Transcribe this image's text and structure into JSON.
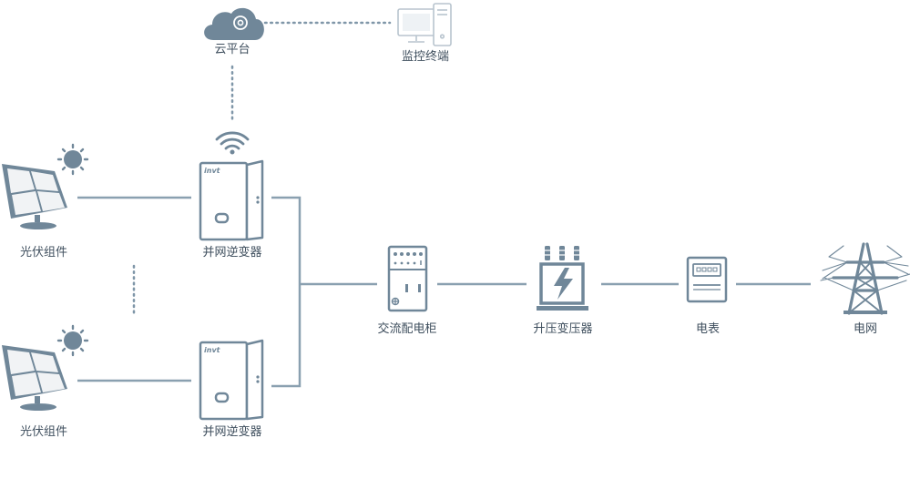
{
  "labels": {
    "cloud": "云平台",
    "monitor": "监控终端",
    "pv_top": "光伏组件",
    "pv_bottom": "光伏组件",
    "inverter_top": "并网逆变器",
    "inverter_bottom": "并网逆变器",
    "ac_cabinet": "交流配电柜",
    "transformer": "升压变压器",
    "meter": "电表",
    "grid": "电网"
  },
  "icons": {
    "cloud": "cloud-at-icon",
    "monitor": "desktop-computer-icon",
    "wifi": "wifi-icon",
    "sun": "sun-icon",
    "solar_panel": "solar-panel-icon",
    "inverter": "inverter-icon",
    "ac_cabinet": "distribution-cabinet-icon",
    "transformer": "transformer-icon",
    "meter": "electric-meter-icon",
    "tower": "transmission-tower-icon"
  },
  "inverter_brand": "invt",
  "colors": {
    "icon_fill": "#708799",
    "line": "#8aa0b0",
    "dotted": "#7f96a8",
    "text": "#3f4f5e",
    "light_outline": "#b8c4ce"
  }
}
